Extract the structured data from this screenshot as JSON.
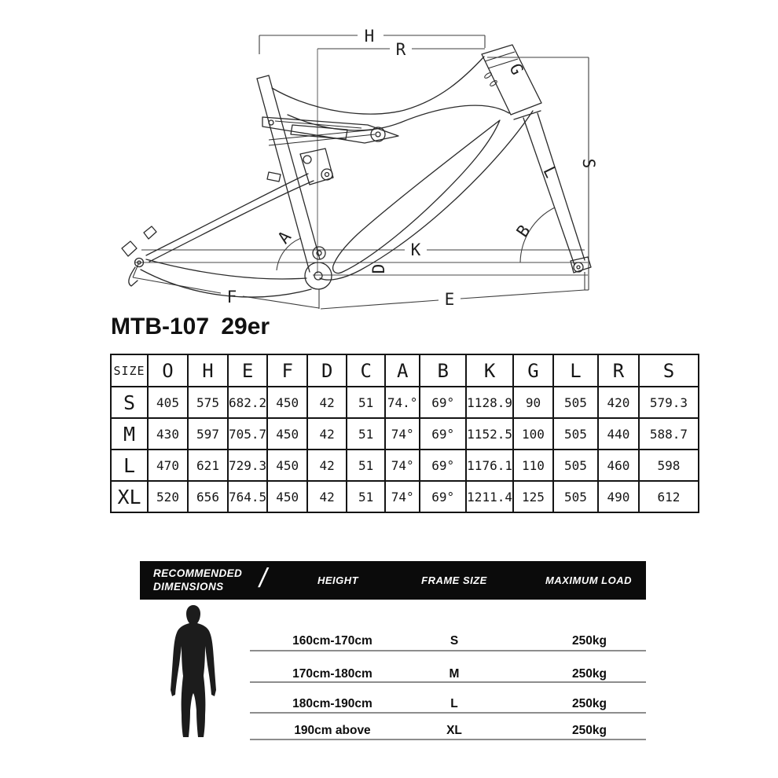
{
  "title": "MTB-107 29er",
  "diagram": {
    "dimension_labels": {
      "h": "H",
      "r": "R",
      "g": "G",
      "s": "S",
      "l": "L",
      "b": "B",
      "k": "K",
      "a": "A",
      "d": "D",
      "e": "E",
      "f": "F"
    }
  },
  "geometry_table": {
    "columns": [
      "SIZE",
      "O",
      "H",
      "E",
      "F",
      "D",
      "C",
      "A",
      "B",
      "K",
      "G",
      "L",
      "R",
      "S"
    ],
    "rows": [
      {
        "size": "S",
        "values": [
          "405",
          "575",
          "682.2",
          "450",
          "42",
          "51",
          "74.°",
          "69°",
          "1128.9",
          "90",
          "505",
          "420",
          "579.3"
        ]
      },
      {
        "size": "M",
        "values": [
          "430",
          "597",
          "705.7",
          "450",
          "42",
          "51",
          "74°",
          "69°",
          "1152.5",
          "100",
          "505",
          "440",
          "588.7"
        ]
      },
      {
        "size": "L",
        "values": [
          "470",
          "621",
          "729.3",
          "450",
          "42",
          "51",
          "74°",
          "69°",
          "1176.1",
          "110",
          "505",
          "460",
          "598"
        ]
      },
      {
        "size": "XL",
        "values": [
          "520",
          "656",
          "764.5",
          "450",
          "42",
          "51",
          "74°",
          "69°",
          "1211.4",
          "125",
          "505",
          "490",
          "612"
        ]
      }
    ]
  },
  "recommended": {
    "header": {
      "title": "RECOMMENDED\nDIMENSIONS",
      "separator": "/",
      "col_height": "HEIGHT",
      "col_frame_size": "FRAME SIZE",
      "col_max_load": "MAXIMUM LOAD"
    },
    "rows": [
      {
        "height": "160cm-170cm",
        "frame_size": "S",
        "max_load": "250kg"
      },
      {
        "height": "170cm-180cm",
        "frame_size": "M",
        "max_load": "250kg"
      },
      {
        "height": "180cm-190cm",
        "frame_size": "L",
        "max_load": "250kg"
      },
      {
        "height": "190cm above",
        "frame_size": "XL",
        "max_load": "250kg"
      }
    ]
  },
  "colors": {
    "line": "#2b2b2b",
    "bar_background": "#0b0b0b",
    "bar_text": "#ffffff",
    "row_divider": "#8d8d8d"
  }
}
